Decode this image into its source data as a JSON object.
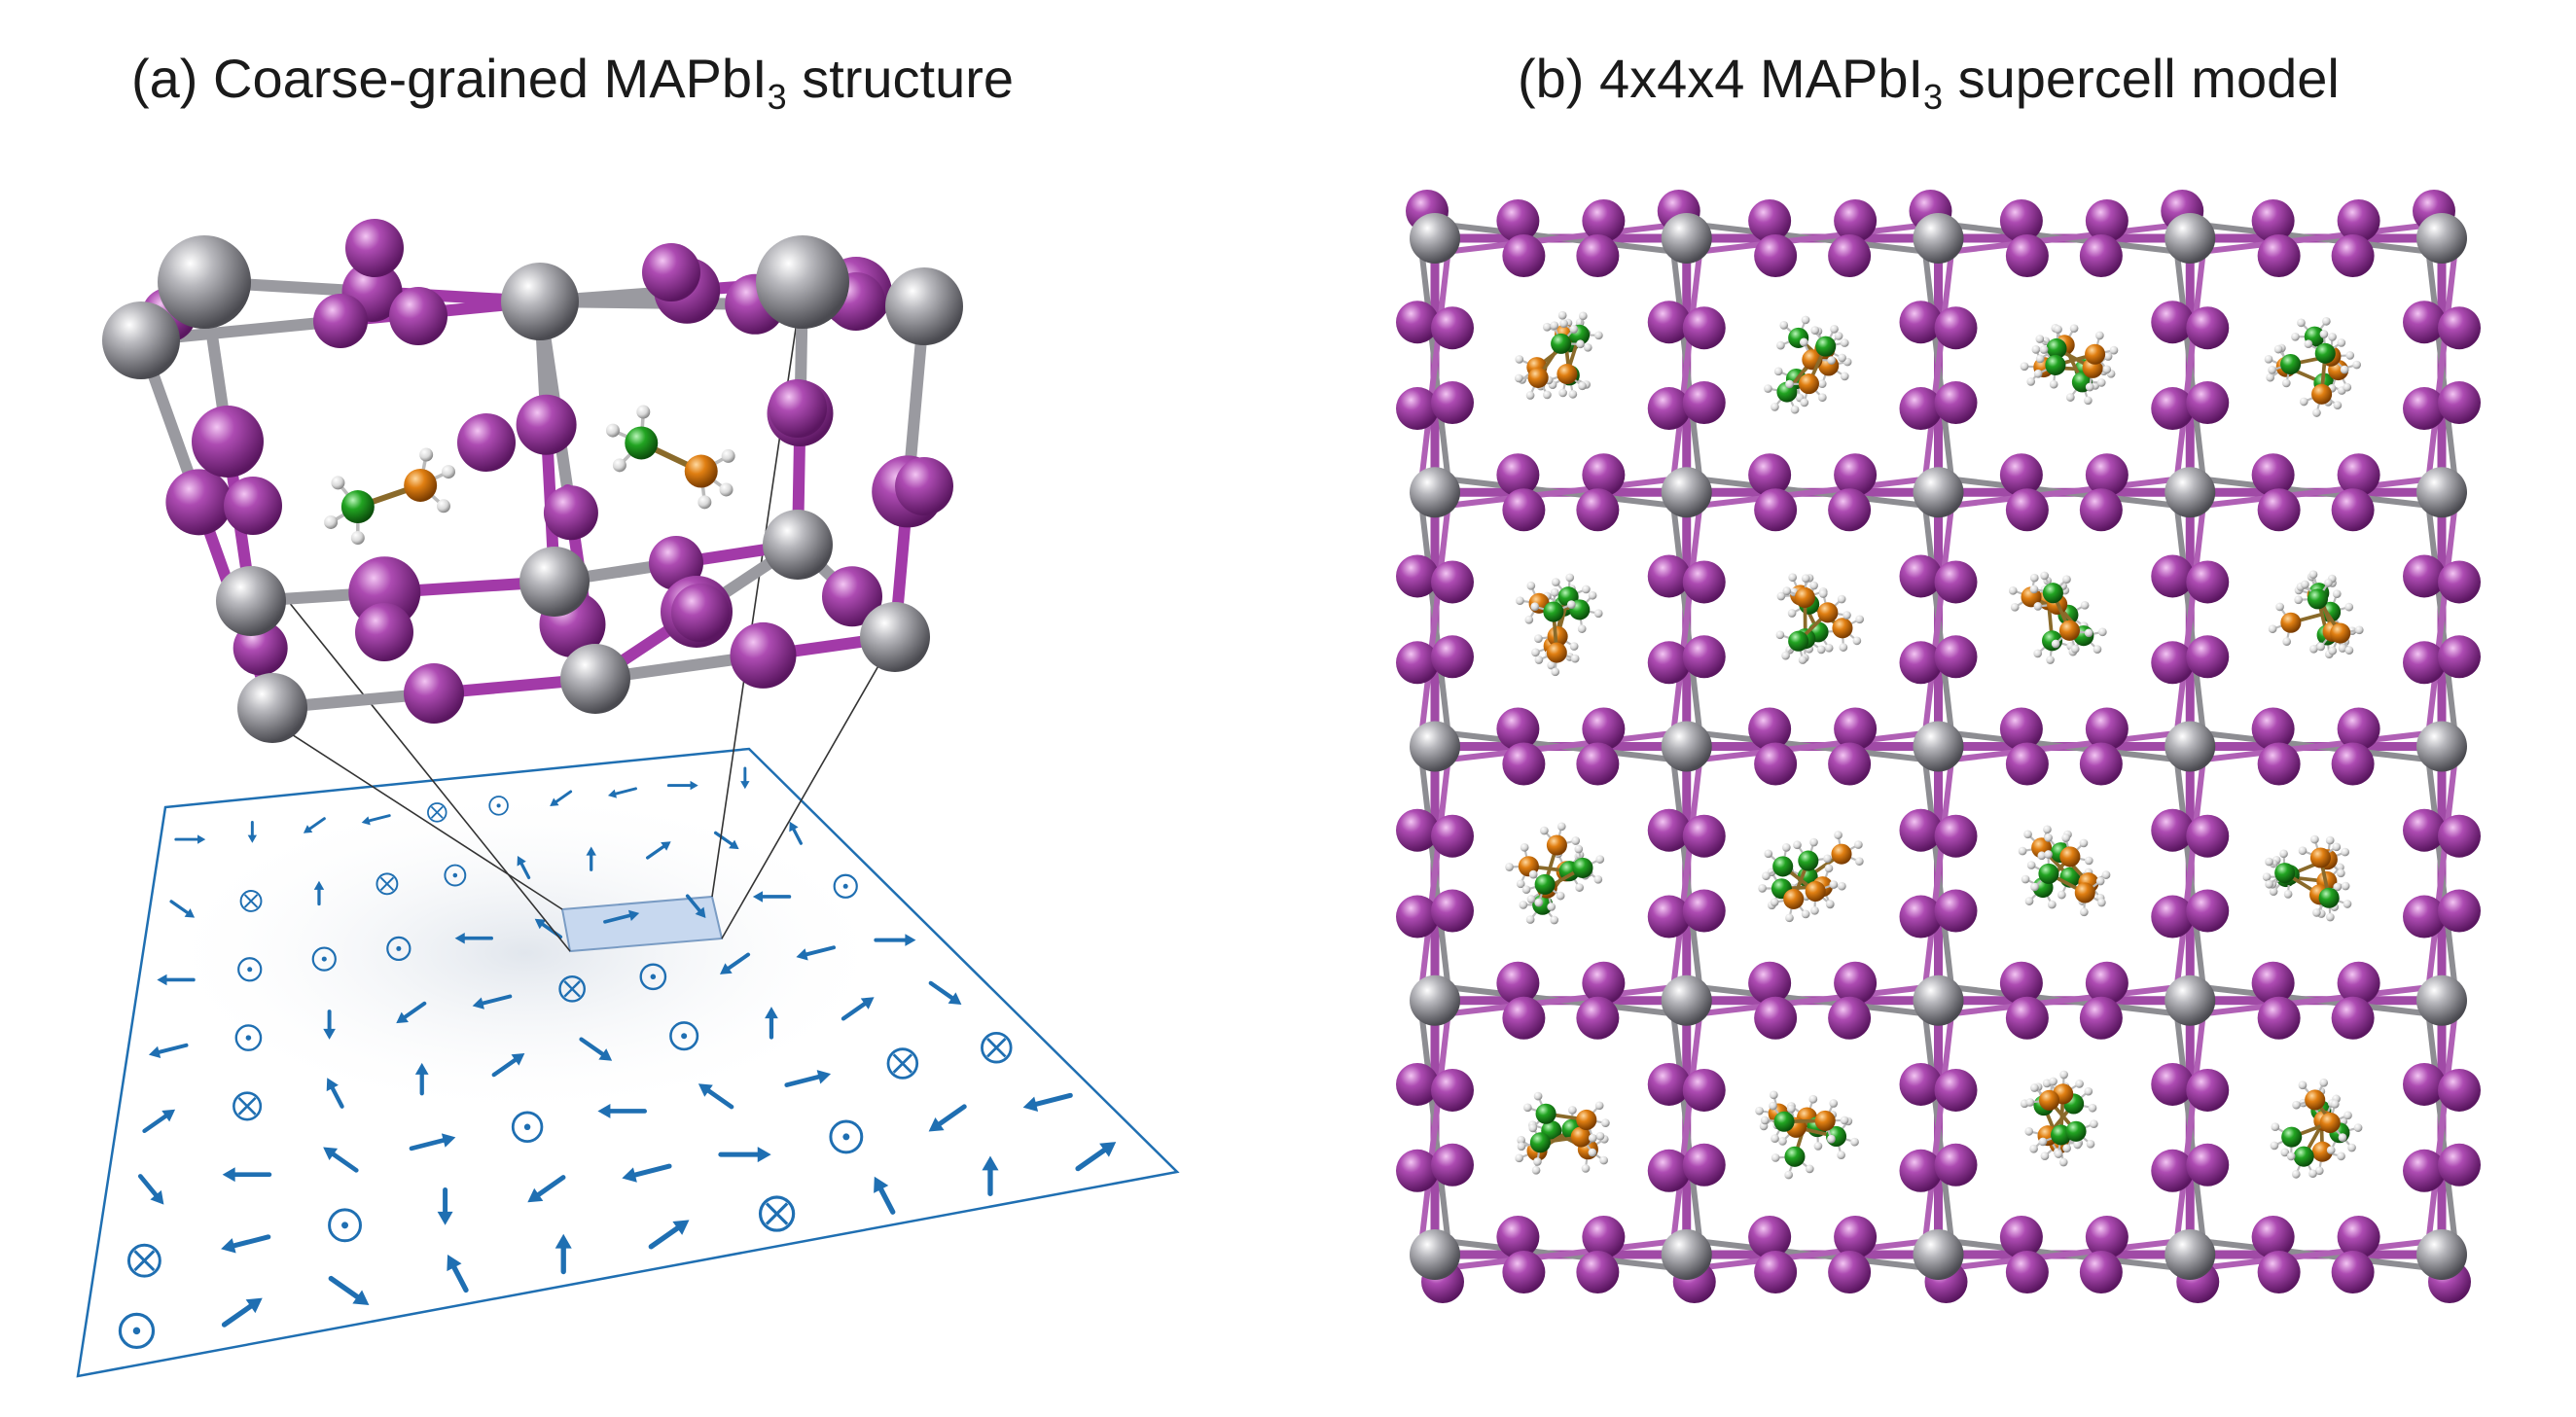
{
  "panel_a": {
    "title_main": "(a) Coarse-grained MAPbI",
    "title_sub": "3",
    "title_tail": " structure",
    "grid": {
      "rows": 8,
      "cols": 10,
      "symbols": [
        "0000XO00DD",
        "0X0XO00D00",
        "0OOO00000O",
        "0O000XO000",
        "0X0000O000",
        "0000O000XX",
        "X0O0000O00",
        "O00000X000"
      ]
    }
  },
  "panel_b": {
    "title_main": "(b) 4x4x4 MAPbI",
    "title_sub": "3",
    "title_tail": " supercell model",
    "supercell": {
      "nx": 4,
      "ny": 4
    }
  },
  "colors": {
    "lead": "#8f8f94",
    "iodine": "#a23aa8",
    "carbon": "#d97a10",
    "nitrogen": "#1c9a1c",
    "hydrogen": "#e8e8e8",
    "arrow": "#1f6fb2",
    "grid_line": "#1f6fb2"
  }
}
